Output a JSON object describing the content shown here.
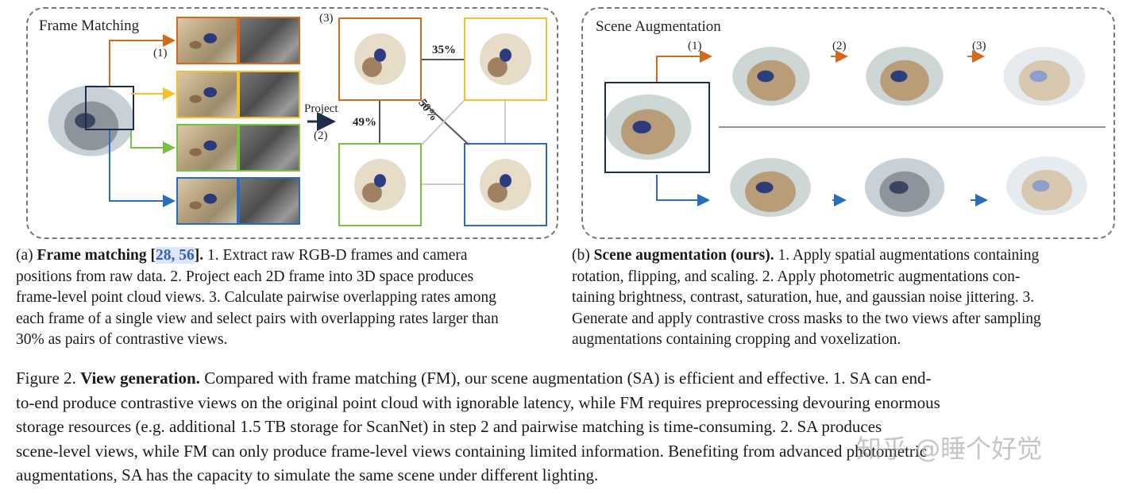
{
  "panels": {
    "frame_matching": {
      "title": "Frame Matching",
      "step1": "(1)",
      "step2": "(2)",
      "step3": "(3)",
      "project_label": "Project",
      "overlaps": [
        "35%",
        "50%",
        "49%"
      ],
      "row_colors": [
        "#d2691e",
        "#f2c12e",
        "#7ac143",
        "#2a6ebb"
      ]
    },
    "scene_augmentation": {
      "title": "Scene Augmentation",
      "step1": "(1)",
      "step2": "(2)",
      "step3": "(3)",
      "arrow_colors": [
        "#d2691e",
        "#2a6ebb"
      ]
    }
  },
  "caption_a": {
    "lines": [
      [
        "(a) ",
        "Frame matching [",
        "28, 56",
        "].",
        " 1.  Extract raw RGB-D frames and camera"
      ],
      "positions from raw data. 2. Project each 2D frame into 3D space produces",
      "frame-level point cloud views. 3. Calculate pairwise overlapping rates among",
      "each frame of a single view and select pairs with overlapping rates larger than",
      "30% as pairs of contrastive views."
    ]
  },
  "caption_b": {
    "lines": [
      [
        "(b) ",
        "Scene augmentation (ours).",
        " 1. Apply spatial augmentations containing"
      ],
      "rotation, flipping, and scaling.  2.  Apply photometric augmentations con-",
      "taining brightness, contrast, saturation, hue, and gaussian noise jittering. 3.",
      "Generate and apply contrastive cross masks to the two views after sampling",
      "augmentations containing cropping and voxelization."
    ]
  },
  "figure_caption": {
    "lines": [
      [
        "Figure 2. ",
        "View generation.",
        " Compared with frame matching (FM), our scene augmentation (SA) is efficient and effective. 1. SA can end-"
      ],
      "to-end produce contrastive views on the original point cloud with ignorable latency, while FM requires preprocessing devouring enormous",
      "storage resources (e.g. additional 1.5 TB storage for ScanNet) in step 2 and pairwise matching is time-consuming.  2.  SA produces",
      "scene-level views, while FM can only produce frame-level views containing limited information. Benefiting from advanced photometric",
      "augmentations, SA has the capacity to simulate the same scene under different lighting."
    ]
  },
  "watermark": "知乎 @睡个好觉"
}
